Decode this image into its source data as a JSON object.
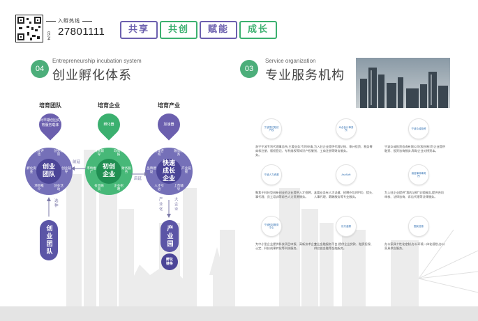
{
  "header": {
    "hotline_label": "入孵热线",
    "area_code": "0574",
    "phone": "27801111",
    "keywords": [
      "共享",
      "共创",
      "赋能",
      "成长"
    ]
  },
  "section1": {
    "number": "04",
    "title_en": "Entrepreneurship incubation system",
    "title_zh": "创业孵化体系",
    "columns": [
      "培育团队",
      "培育企业",
      "培育产业"
    ],
    "pins": [
      {
        "text": "针对早期创业的孵育服务载体",
        "color": "#6b5fae"
      },
      {
        "text": "孵化器",
        "color": "#3bb06f"
      },
      {
        "text": "加速器",
        "color": "#6b5fae"
      }
    ],
    "wheels": [
      {
        "core": "创业团队",
        "segments": [
          "创业评估",
          "创业培训",
          "创业辅导",
          "创业活动",
          "项目推介",
          "孵化资金"
        ],
        "core_color": "#5b55a6",
        "ring_color": "#7570b8"
      },
      {
        "core": "初创企业",
        "segments": [
          "成长辅导",
          "政策申报",
          "财务服务",
          "企业招聘",
          "投资融资",
          "市场推广"
        ],
        "core_color": "#27a35e",
        "ring_color": "#47b878"
      },
      {
        "core": "快速成长企业",
        "segments": [
          "管理咨询",
          "融资服务",
          "产业链接",
          "上市辅导",
          "人才引进",
          "品牌建设"
        ],
        "core_color": "#5b55a6",
        "ring_color": "#7570b8"
      }
    ],
    "arrows": {
      "left": "前延",
      "right": "后延",
      "select": "选种",
      "industry_down": "产业化",
      "industry_up": "大企业"
    },
    "pills": [
      {
        "label": "创业团队",
        "color": "#5b55a6"
      },
      {
        "label": "产业园",
        "color": "#5b55a6"
      }
    ],
    "chain_badge": "孵化链条"
  },
  "section2": {
    "number": "03",
    "title_en": "Service organization",
    "title_zh": "专业服务机构",
    "services": [
      {
        "logo": "宁波恒达知识产权",
        "desc": "浙宁宁波专利代理事务所,主要业务:专利申请、商标注册、版权登记、专利维权等知识产权服务。"
      },
      {
        "logo": "众合会计事务所",
        "desc": "为入驻企业提供代理记账、审计验资、税务筹划、工商注册等财务服务。"
      },
      {
        "logo": "宁波众诚投资",
        "desc": "宁波众诚投资咨询有限公司(股份制)为企业提供融资、投资咨询服务,帮助企业对接资本。"
      },
      {
        "logo": "宁波人力资源",
        "desc": "聚焦于科技型创新创业的企业提供人才招聘、人事代理、员工培训等综合人力资源服务。"
      },
      {
        "logo": "AskSoft",
        "desc": "主要业务有人才派遣、招聘外包(RPO)、猎头、人事代理、薪酬服务等专业服务。"
      },
      {
        "logo": "诚信律师事务所",
        "desc": "为入驻企业提供\"我的法律\"全程服务,提供合同审核、法律咨询、诉讼代理等法律服务。"
      },
      {
        "logo": "宁波科技服务中心",
        "desc": "为中小型企业提供科技项目申报、高新技术企业认定、科技成果转化等科技服务。"
      },
      {
        "logo": "优代金服",
        "desc": "专业金融服务平台,提供企业贷款、融资担保、供应链金融等金融服务。"
      },
      {
        "logo": "国民信息",
        "desc": "办公家具个性化定制,办公环境一体化规划,办公家具供应服务。"
      }
    ]
  }
}
